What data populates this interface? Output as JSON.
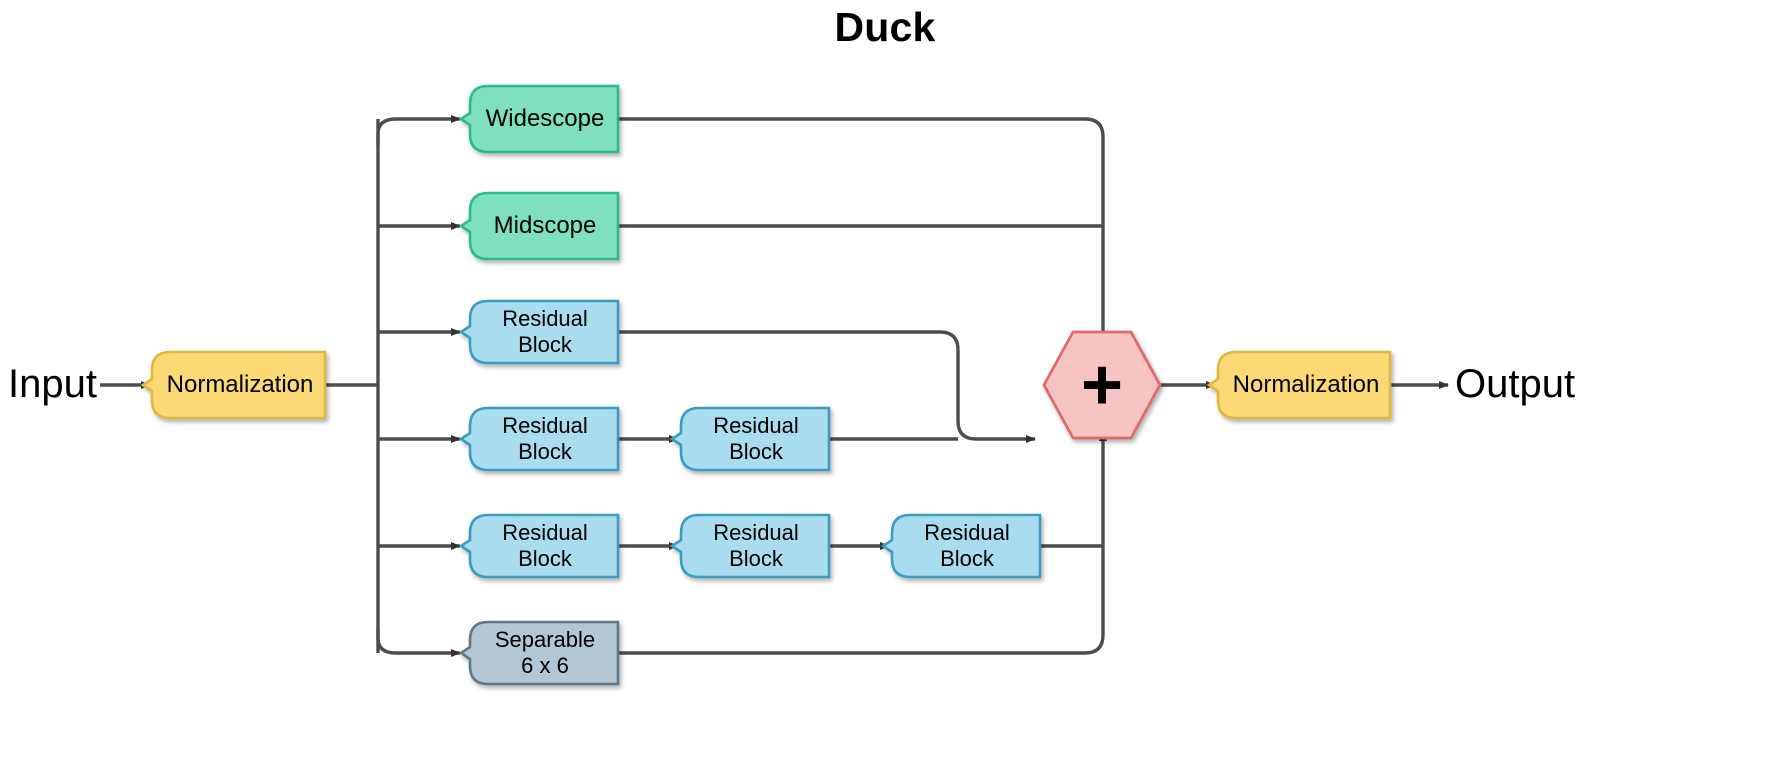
{
  "title": "Duck",
  "io": {
    "input_label": "Input",
    "output_label": "Output"
  },
  "colors": {
    "normalization_fill": "#fbd975",
    "normalization_stroke": "#e0b740",
    "scope_fill": "#7ee0bd",
    "scope_stroke": "#2aba8e",
    "residual_fill": "#a9dcef",
    "residual_stroke": "#3a9cbf",
    "separable_fill": "#b3c6d3",
    "separable_stroke": "#5f7888",
    "add_fill": "#f7c4c4",
    "add_stroke": "#e06a6a",
    "edge": "#4d4d4d",
    "text": "#000000"
  },
  "nodes": {
    "norm_in": {
      "label": "Normalization",
      "type": "normalization"
    },
    "widescope": {
      "label": "Widescope",
      "type": "scope"
    },
    "midscope": {
      "label": "Midscope",
      "type": "scope"
    },
    "res_b3_1": {
      "label": "Residual\nBlock",
      "type": "residual"
    },
    "res_b4_1": {
      "label": "Residual\nBlock",
      "type": "residual"
    },
    "res_b4_2": {
      "label": "Residual\nBlock",
      "type": "residual"
    },
    "res_b5_1": {
      "label": "Residual\nBlock",
      "type": "residual"
    },
    "res_b5_2": {
      "label": "Residual\nBlock",
      "type": "residual"
    },
    "res_b5_3": {
      "label": "Residual\nBlock",
      "type": "residual"
    },
    "separable": {
      "label": "Separable\n6 x 6",
      "type": "separable"
    },
    "add": {
      "label": "+",
      "type": "add-hexagon"
    },
    "norm_out": {
      "label": "Normalization",
      "type": "normalization"
    }
  },
  "branches": [
    {
      "name": "widescope-branch",
      "blocks": [
        "Widescope"
      ]
    },
    {
      "name": "midscope-branch",
      "blocks": [
        "Midscope"
      ]
    },
    {
      "name": "residual-branch-1",
      "blocks": [
        "Residual Block"
      ]
    },
    {
      "name": "residual-branch-2",
      "blocks": [
        "Residual Block",
        "Residual Block"
      ]
    },
    {
      "name": "residual-branch-3",
      "blocks": [
        "Residual Block",
        "Residual Block",
        "Residual Block"
      ]
    },
    {
      "name": "separable-branch",
      "blocks": [
        "Separable 6 x 6"
      ]
    }
  ]
}
